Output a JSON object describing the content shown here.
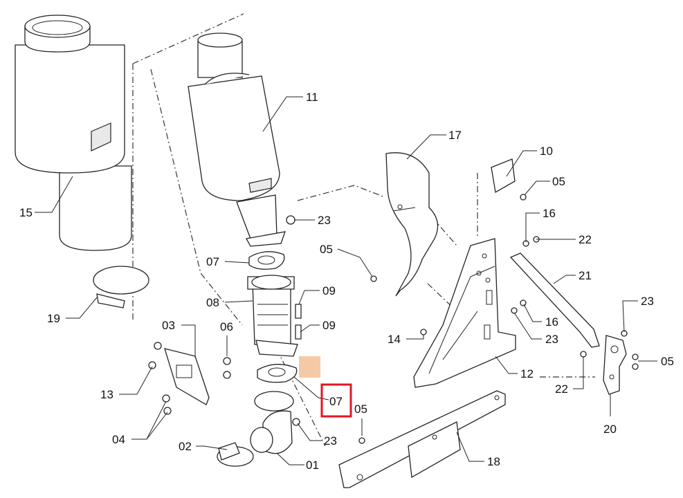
{
  "callouts": [
    {
      "id": "c11",
      "label": "11"
    },
    {
      "id": "c15",
      "label": "15"
    },
    {
      "id": "c17",
      "label": "17"
    },
    {
      "id": "c10",
      "label": "10"
    },
    {
      "id": "c05a",
      "label": "05"
    },
    {
      "id": "c23a",
      "label": "23"
    },
    {
      "id": "c05b",
      "label": "05"
    },
    {
      "id": "c16a",
      "label": "16"
    },
    {
      "id": "c22a",
      "label": "22"
    },
    {
      "id": "c07a",
      "label": "07"
    },
    {
      "id": "c21",
      "label": "21"
    },
    {
      "id": "c09a",
      "label": "09"
    },
    {
      "id": "c08",
      "label": "08"
    },
    {
      "id": "c19",
      "label": "19"
    },
    {
      "id": "c23b",
      "label": "23"
    },
    {
      "id": "c16b",
      "label": "16"
    },
    {
      "id": "c03",
      "label": "03"
    },
    {
      "id": "c06",
      "label": "06"
    },
    {
      "id": "c09b",
      "label": "09"
    },
    {
      "id": "c14",
      "label": "14"
    },
    {
      "id": "c23c",
      "label": "23"
    },
    {
      "id": "c05c",
      "label": "05"
    },
    {
      "id": "c12",
      "label": "12"
    },
    {
      "id": "c13",
      "label": "13"
    },
    {
      "id": "c22b",
      "label": "22"
    },
    {
      "id": "c07b",
      "label": "07"
    },
    {
      "id": "c05d",
      "label": "05"
    },
    {
      "id": "c04",
      "label": "04"
    },
    {
      "id": "c23d",
      "label": "23"
    },
    {
      "id": "c20",
      "label": "20"
    },
    {
      "id": "c02",
      "label": "02"
    },
    {
      "id": "c18",
      "label": "18"
    },
    {
      "id": "c01",
      "label": "01"
    }
  ],
  "highlight": {
    "label": "07",
    "color": "#e3161f",
    "marker_color": "#f6c9a6"
  }
}
